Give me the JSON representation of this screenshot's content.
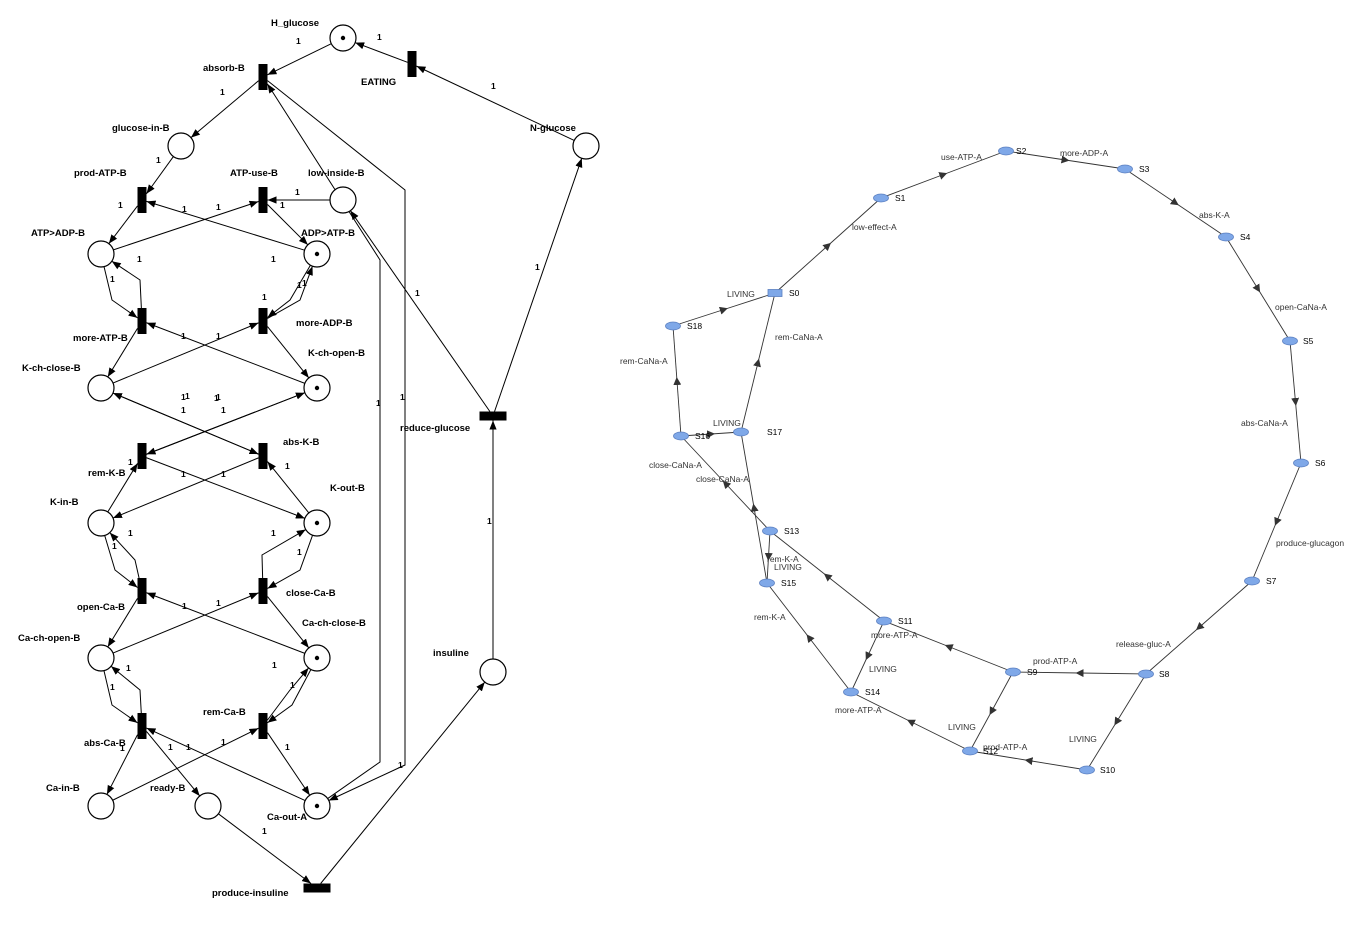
{
  "petri_net": {
    "places": [
      {
        "id": "H_glucose",
        "label": "H_glucose",
        "token": true
      },
      {
        "id": "N_glucose",
        "label": "N-glucose",
        "token": false
      },
      {
        "id": "glucose_in_B",
        "label": "glucose-in-B",
        "token": false
      },
      {
        "id": "low_inside_B",
        "label": "low-inside-B",
        "token": false
      },
      {
        "id": "ATP_ADP_B",
        "label": "ATP>ADP-B",
        "token": false
      },
      {
        "id": "ADP_ATP_B",
        "label": "ADP>ATP-B",
        "token": true
      },
      {
        "id": "K_ch_close_B",
        "label": "K-ch-close-B",
        "token": false
      },
      {
        "id": "K_ch_open_B",
        "label": "K-ch-open-B",
        "token": true
      },
      {
        "id": "K_in_B",
        "label": "K-in-B",
        "token": false
      },
      {
        "id": "K_out_B",
        "label": "K-out-B",
        "token": true
      },
      {
        "id": "Ca_ch_open_B",
        "label": "Ca-ch-open-B",
        "token": false
      },
      {
        "id": "Ca_ch_close_B",
        "label": "Ca-ch-close-B",
        "token": true
      },
      {
        "id": "Ca_in_B",
        "label": "Ca-in-B",
        "token": false
      },
      {
        "id": "ready_B",
        "label": "ready-B",
        "token": false
      },
      {
        "id": "Ca_out_A",
        "label": "Ca-out-A",
        "token": true
      },
      {
        "id": "insuline",
        "label": "insuline",
        "token": false
      }
    ],
    "transitions": [
      {
        "id": "absorb_B",
        "label": "absorb-B"
      },
      {
        "id": "EATING",
        "label": "EATING"
      },
      {
        "id": "prod_ATP_B",
        "label": "prod-ATP-B"
      },
      {
        "id": "ATP_use_B",
        "label": "ATP-use-B"
      },
      {
        "id": "more_ATP_B",
        "label": "more-ATP-B"
      },
      {
        "id": "more_ADP_B",
        "label": "more-ADP-B"
      },
      {
        "id": "rem_K_B",
        "label": "rem-K-B"
      },
      {
        "id": "abs_K_B",
        "label": "abs-K-B"
      },
      {
        "id": "open_Ca_B",
        "label": "open-Ca-B"
      },
      {
        "id": "close_Ca_B",
        "label": "close-Ca-B"
      },
      {
        "id": "abs_Ca_B",
        "label": "abs-Ca-B"
      },
      {
        "id": "rem_Ca_B",
        "label": "rem-Ca-B"
      },
      {
        "id": "reduce_glucose",
        "label": "reduce-glucose"
      },
      {
        "id": "produce_insuline",
        "label": "produce-insuline"
      }
    ],
    "arc_weight": "1"
  },
  "state_graph": {
    "states": [
      "S0",
      "S1",
      "S2",
      "S3",
      "S4",
      "S5",
      "S6",
      "S7",
      "S8",
      "S9",
      "S10",
      "S11",
      "S12",
      "S13",
      "S14",
      "S15",
      "S16",
      "S17",
      "S18"
    ],
    "edges": [
      {
        "from": "S0",
        "to": "S1",
        "label": "low-effect-A"
      },
      {
        "from": "S1",
        "to": "S2",
        "label": "use-ATP-A"
      },
      {
        "from": "S2",
        "to": "S3",
        "label": "more-ADP-A"
      },
      {
        "from": "S3",
        "to": "S4",
        "label": "abs-K-A"
      },
      {
        "from": "S4",
        "to": "S5",
        "label": "open-CaNa-A"
      },
      {
        "from": "S5",
        "to": "S6",
        "label": "abs-CaNa-A"
      },
      {
        "from": "S6",
        "to": "S7",
        "label": "produce-glucagon"
      },
      {
        "from": "S7",
        "to": "S8",
        "label": "release-gluc-A"
      },
      {
        "from": "S8",
        "to": "S9",
        "label": "prod-ATP-A"
      },
      {
        "from": "S8",
        "to": "S10",
        "label": "LIVING"
      },
      {
        "from": "S10",
        "to": "S12",
        "label": "prod-ATP-A"
      },
      {
        "from": "S9",
        "to": "S12",
        "label": "LIVING"
      },
      {
        "from": "S9",
        "to": "S11",
        "label": "more-ATP-A"
      },
      {
        "from": "S12",
        "to": "S14",
        "label": "more-ATP-A"
      },
      {
        "from": "S11",
        "to": "S14",
        "label": "LIVING"
      },
      {
        "from": "S11",
        "to": "S13",
        "label": "rem-K-A"
      },
      {
        "from": "S14",
        "to": "S15",
        "label": "rem-K-A"
      },
      {
        "from": "S13",
        "to": "S15",
        "label": "LIVING"
      },
      {
        "from": "S13",
        "to": "S16",
        "label": "close-CaNa-A"
      },
      {
        "from": "S15",
        "to": "S17",
        "label": "close-CaNa-A"
      },
      {
        "from": "S16",
        "to": "S17",
        "label": "LIVING"
      },
      {
        "from": "S16",
        "to": "S18",
        "label": "rem-CaNa-A"
      },
      {
        "from": "S17",
        "to": "S0",
        "label": "rem-CaNa-A"
      },
      {
        "from": "S18",
        "to": "S0",
        "label": "LIVING"
      }
    ]
  },
  "colors": {
    "node_fill": "#7fa8e8",
    "node_stroke": "#5b7fc0",
    "edge": "#333333"
  }
}
